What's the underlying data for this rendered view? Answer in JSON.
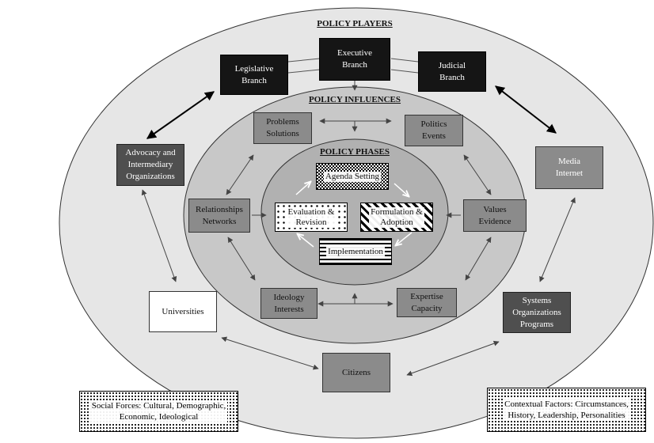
{
  "headings": {
    "players": "POLICY PLAYERS",
    "influences": "POLICY INFLUENCES",
    "phases": "POLICY PHASES"
  },
  "players": {
    "executive": "Executive\nBranch",
    "legislative": "Legislative\nBranch",
    "judicial": "Judicial\nBranch",
    "advocacy": "Advocacy and\nIntermediary\nOrganizations",
    "media": "Media\nInternet",
    "universities": "Universities",
    "systems": "Systems\nOrganizations\nPrograms",
    "citizens": "Citizens"
  },
  "influences": {
    "problems": "Problems\nSolutions",
    "politics": "Politics\nEvents",
    "relationships": "Relationships\nNetworks",
    "values": "Values\nEvidence",
    "ideology": "Ideology\nInterests",
    "expertise": "Expertise\nCapacity"
  },
  "phases": {
    "agenda": "Agenda Setting",
    "formulation": "Formulation &\nAdoption",
    "implementation": "Implementation",
    "evaluation": "Evaluation &\nRevision"
  },
  "notes": {
    "social": "Social Forces: Cultural, Demographic,\nEconomic, Ideological",
    "contextual": "Contextual Factors: Circumstances,\nHistory, Leadership, Personalities"
  },
  "colors": {
    "outer_ellipse": "#e6e6e6",
    "middle_ellipse": "#c8c8c8",
    "inner_ellipse": "#b1b1b1",
    "dark_box": "#151515",
    "darkgray_box": "#4f4f4f",
    "midgray_box": "#8b8b8b"
  }
}
